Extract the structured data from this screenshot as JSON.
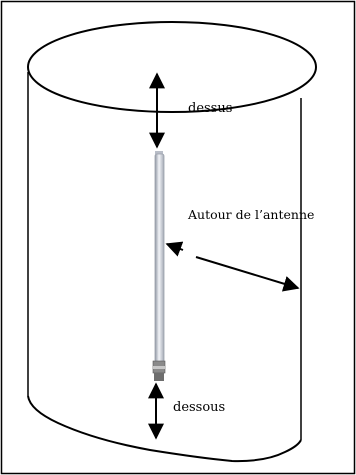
{
  "labels": {
    "top": "dessus",
    "around": "Autour de  l’antenne",
    "bottom": "dessous"
  },
  "colors": {
    "ink": "#000000",
    "antenna_body": "#dcdfe6",
    "antenna_shadow": "#9aa0aa",
    "connector": "#8a8a8a",
    "background": "#ffffff"
  },
  "icons": [
    "antenna-icon",
    "double-arrow-icon",
    "arrow-icon"
  ]
}
